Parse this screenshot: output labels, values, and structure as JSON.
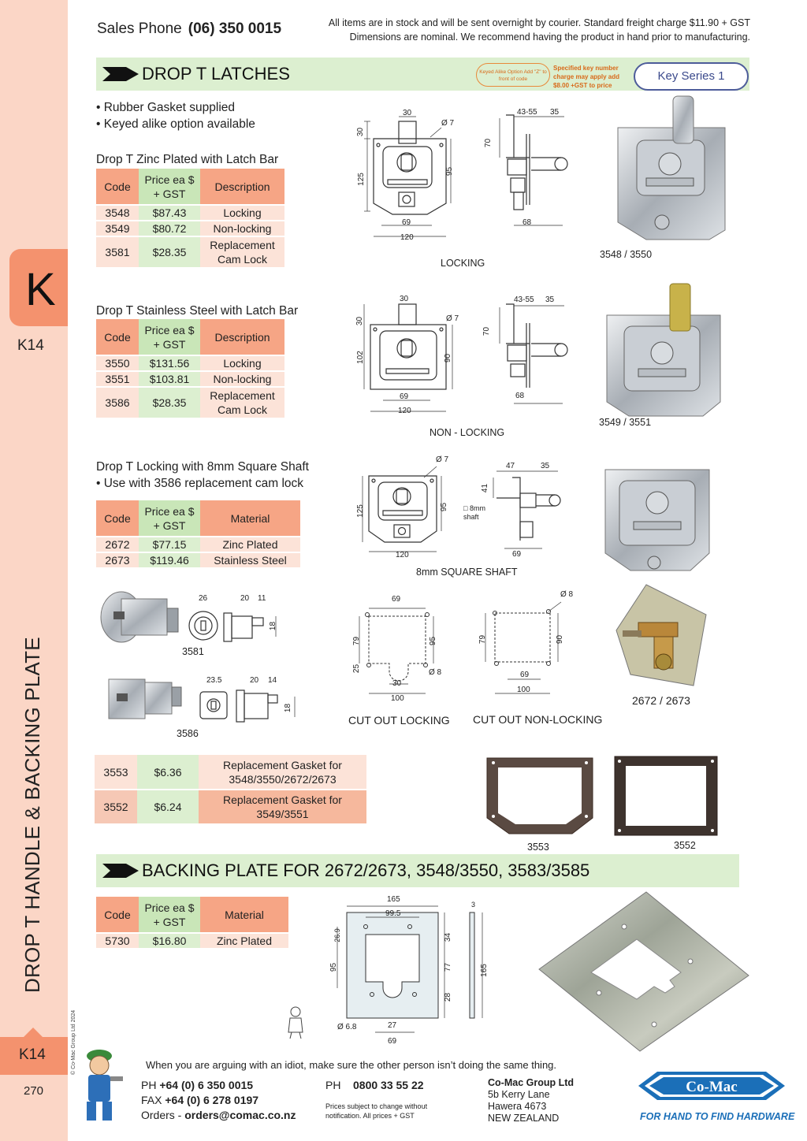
{
  "header": {
    "sales_phone_label": "Sales Phone",
    "sales_phone_number": "(06) 350 0015",
    "note_line1": "All items are in stock and will be sent overnight by courier. Standard freight charge $11.90 + GST",
    "note_line2": "Dimensions are nominal. We recommend having the product in hand prior to manufacturing."
  },
  "sidebar": {
    "letter": "K",
    "section_code": "K14",
    "vertical_title": "DROP T HANDLE & BACKING PLATE",
    "copyright": "© Co-Mac Group Ltd 2024",
    "bottom_code": "K14",
    "page_number": "270"
  },
  "drop_t": {
    "title": "DROP T LATCHES",
    "key_series": "Key Series 1",
    "keyed_alike_note": "Keyed Alike Option Add \"Z\" to front of code",
    "specified_key_note": "Specified key number charge may apply add $8.00 +GST to price",
    "bullets": [
      "• Rubber Gasket supplied",
      "• Keyed alike option available"
    ]
  },
  "zinc": {
    "title": "Drop T Zinc Plated with Latch Bar",
    "headers": [
      "Code",
      "Price ea $ + GST",
      "Description"
    ],
    "rows": [
      [
        "3548",
        "$87.43",
        "Locking"
      ],
      [
        "3549",
        "$80.72",
        "Non-locking"
      ],
      [
        "3581",
        "$28.35",
        "Replacement Cam Lock"
      ]
    ]
  },
  "stainless": {
    "title": "Drop T Stainless Steel with Latch Bar",
    "headers": [
      "Code",
      "Price ea $ + GST",
      "Description"
    ],
    "rows": [
      [
        "3550",
        "$131.56",
        "Locking"
      ],
      [
        "3551",
        "$103.81",
        "Non-locking"
      ],
      [
        "3586",
        "$28.35",
        "Replacement Cam Lock"
      ]
    ]
  },
  "square": {
    "title": "Drop T Locking with 8mm Square Shaft",
    "note": "• Use with 3586 replacement cam lock",
    "headers": [
      "Code",
      "Price ea $ + GST",
      "Material"
    ],
    "rows": [
      [
        "2672",
        "$77.15",
        "Zinc Plated"
      ],
      [
        "2673",
        "$119.46",
        "Stainless Steel"
      ]
    ]
  },
  "gaskets": {
    "rows": [
      [
        "3553",
        "$6.36",
        "Replacement Gasket for 3548/3550/2672/2673"
      ],
      [
        "3552",
        "$6.24",
        "Replacement Gasket for 3549/3551"
      ]
    ]
  },
  "backing": {
    "title": "BACKING PLATE FOR 2672/2673, 3548/3550, 3583/3585",
    "headers": [
      "Code",
      "Price ea $ + GST",
      "Material"
    ],
    "rows": [
      [
        "5730",
        "$16.80",
        "Zinc Plated"
      ]
    ]
  },
  "labels": {
    "locking": "LOCKING",
    "non_locking": "NON - LOCKING",
    "square_shaft": "8mm SQUARE SHAFT",
    "cut_locking": "CUT OUT LOCKING",
    "cut_non_locking": "CUT OUT NON-LOCKING",
    "photo_3548": "3548 / 3550",
    "photo_3549": "3549 / 3551",
    "photo_2672": "2672 / 2673",
    "cam_3581": "3581",
    "cam_3586": "3586",
    "gasket_3553": "3553",
    "gasket_3552": "3552",
    "shaft_note": "8mm shaft"
  },
  "dims": {
    "d30": "30",
    "d7": "Ø 7",
    "d125": "125",
    "d95": "95",
    "d69": "69",
    "d120": "120",
    "d4355": "43-55",
    "d35": "35",
    "d70": "70",
    "d68": "68",
    "d102": "102",
    "d90": "90",
    "d47": "47",
    "d41": "41",
    "d26": "26",
    "d20": "20",
    "d11": "11",
    "d18": "18",
    "d235": "23.5",
    "d14": "14",
    "d79": "79",
    "d25": "25",
    "d100": "100",
    "d8": "Ø 8",
    "d165": "165",
    "d995": "99.5",
    "d3": "3",
    "d269": "26.9",
    "d34": "34",
    "d77": "77",
    "d28": "28",
    "d27": "27",
    "d68b": "Ø 6.8"
  },
  "footer": {
    "quote": "When you are arguing with an idiot, make sure the other person isn’t doing the same thing.",
    "ph_label": "PH",
    "ph_number": "+64 (0) 6 350 0015",
    "fax_label": "FAX",
    "fax_number": "+64 (0) 6 278 0197",
    "orders_label": "Orders -",
    "orders_email": "orders@comac.co.nz",
    "ph2_label": "PH",
    "ph2_number": "0800 33 55 22",
    "prices_note": "Prices subject to change without notification. All prices + GST",
    "company": "Co-Mac Group Ltd",
    "addr1": "5b Kerry Lane",
    "addr2": "Hawera 4673",
    "addr3": "NEW ZEALAND",
    "logo_text": "Co-Mac",
    "tagline": "FOR HAND TO FIND HARDWARE"
  },
  "colors": {
    "rail": "#fbd6c6",
    "tab": "#f4926e",
    "bar": "#dcefd0",
    "header_orange": "#f6a585",
    "header_green": "#c9e6b8",
    "logo_blue": "#1b6fb8"
  }
}
